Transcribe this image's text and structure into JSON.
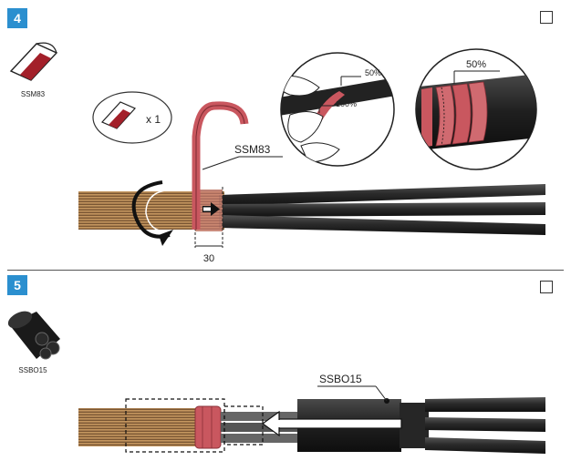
{
  "step4": {
    "number": "4",
    "kit_label": "SSM83",
    "count_label": "x 1",
    "callout_label": "SSM83",
    "dimension_label": "30",
    "overlap_50": "50%",
    "overlap_100": "100%",
    "detail_overlap": "50%"
  },
  "step5": {
    "number": "5",
    "kit_label": "SSBO15",
    "callout_label": "SSBO15"
  },
  "colors": {
    "badge": "#2b8fcf",
    "tape": "#c9575f",
    "cable_dark": "#2e2e2e",
    "conductor": "#a87948"
  }
}
